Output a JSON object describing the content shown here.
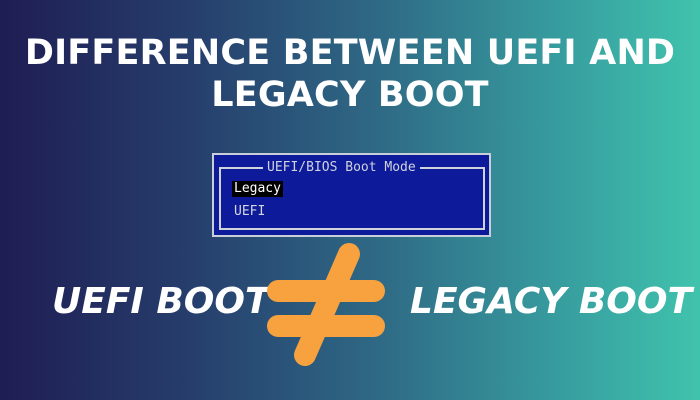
{
  "title": {
    "line1": "DIFFERENCE BETWEEN UEFI AND",
    "line2": "LEGACY BOOT"
  },
  "bios": {
    "frame_title": "UEFI/BIOS Boot Mode",
    "options": [
      {
        "label": "Legacy",
        "selected": true
      },
      {
        "label": "UEFI",
        "selected": false
      }
    ],
    "colors": {
      "background": "#0d1a9a",
      "text": "#d4d8e0",
      "highlight": "#000000"
    }
  },
  "comparison": {
    "left_label": "UEFI BOOT",
    "right_label": "LEGACY BOOT",
    "icon": "not-equal-icon",
    "icon_color": "#f7a23f"
  },
  "colors": {
    "gradient_start": "#1f1d53",
    "gradient_end": "#40c3ad"
  }
}
